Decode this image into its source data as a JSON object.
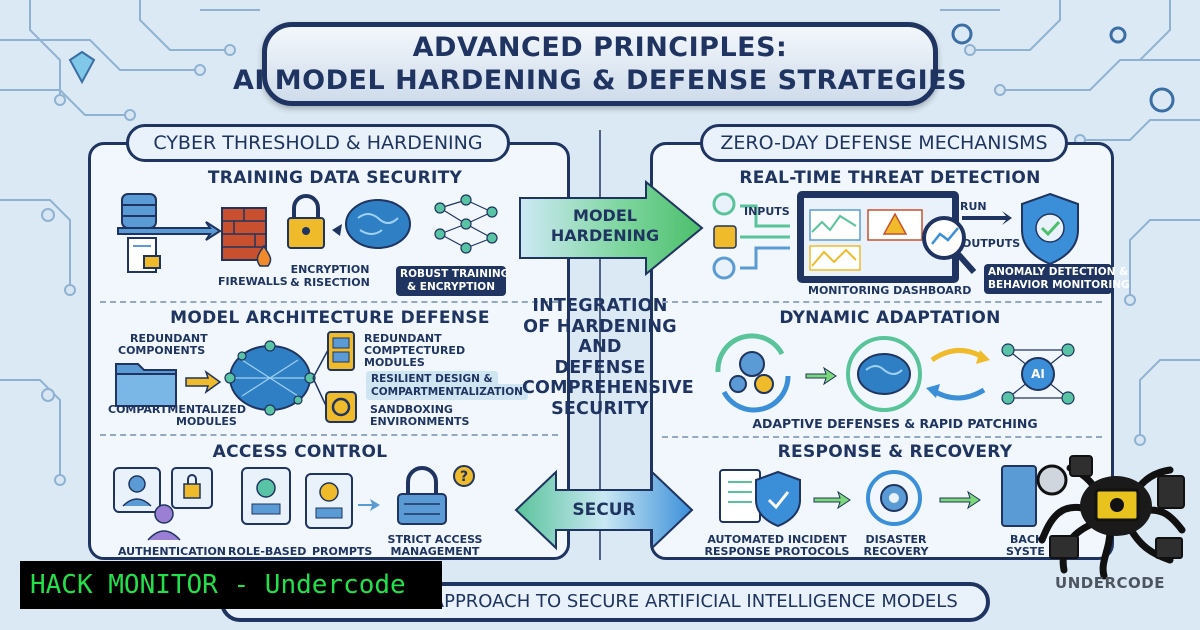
{
  "title": {
    "line1": "ADVANCED PRINCIPLES:",
    "line2": "AI MODEL HARDENING & DEFENSE STRATEGIES"
  },
  "left_panel": {
    "header": "CYBER THRESHOLD & HARDENING",
    "training": {
      "title": "TRAINING DATA SECURITY",
      "firewalls": "FIREWALLS",
      "encryption": "ENCRYPTION",
      "bisection": "& RISECTION",
      "robust_line1": "ROBUST TRAINING",
      "robust_line2": "& ENCRYPTION"
    },
    "architecture": {
      "title": "MODEL ARCHITECTURE DEFENSE",
      "redundant_components_1": "REDUNDANT",
      "redundant_components_2": "COMPONENTS",
      "redundant_modules_1": "REDUNDANT",
      "redundant_modules_2": "COMPTECTURED",
      "redundant_modules_3": "MODULES",
      "resilient_1": "RESILIENT DESIGN &",
      "resilient_2": "COMPARTMENTALIZATION",
      "compartment_1": "COMPARTMENTALIZED",
      "compartment_2": "MODULES",
      "sandbox_1": "SANDBOXING",
      "sandbox_2": "ENVIRONMENTS"
    },
    "access": {
      "title": "ACCESS CONTROL",
      "authentication": "AUTHENTICATION",
      "role_based": "ROLE-BASED",
      "prompts": "PROMPTS",
      "strict_1": "STRICT ACCESS",
      "strict_2": "MANAGEMENT"
    }
  },
  "center": {
    "arrow_top_1": "MODEL",
    "arrow_top_2": "HARDENING",
    "integration_1": "INTEGRATION",
    "integration_2": "OF HARDENING",
    "integration_3": "AND",
    "integration_4": "DEFENSE",
    "integration_5": "COMPREHENSIVE",
    "integration_6": "SECURITY",
    "arrow_bottom": "SECUR"
  },
  "right_panel": {
    "header": "ZERO-DAY DEFENSE MECHANISMS",
    "realtime": {
      "title": "REAL-TIME THREAT DETECTION",
      "inputs": "INPUTS",
      "run": "RUN",
      "outputs": "OUTPUTS",
      "dashboard": "MONITORING DASHBOARD",
      "anomaly_1": "ANOMALY DETECTION &",
      "anomaly_2": "BEHAVIOR MONITORING"
    },
    "dynamic": {
      "title": "DYNAMIC ADAPTATION",
      "ai": "AI",
      "caption": "ADAPTIVE DEFENSES & RAPID PATCHING"
    },
    "response": {
      "title": "RESPONSE & RECOVERY",
      "auto_1": "AUTOMATED INCIDENT",
      "auto_2": "RESPONSE PROTOCOLS",
      "disaster_1": "DISASTER",
      "disaster_2": "RECOVERY",
      "backup_1": "BACK",
      "backup_2": "SYSTE"
    }
  },
  "footer": "A COMPREHENSIVE APPROACH TO SECURE ARTIFICIAL INTELLIGENCE MODELS",
  "watermark": "HACK MONITOR - Undercode",
  "logo": "UNDERCODE",
  "colors": {
    "navy": "#1f3460",
    "arrow_green": "#7dd87a",
    "arrow_blue": "#3b8fd9",
    "brain_blue": "#2f7fc4",
    "lock_yellow": "#f0bb2a",
    "firewall_red": "#c8502e",
    "watermark_green": "#23e04a"
  }
}
